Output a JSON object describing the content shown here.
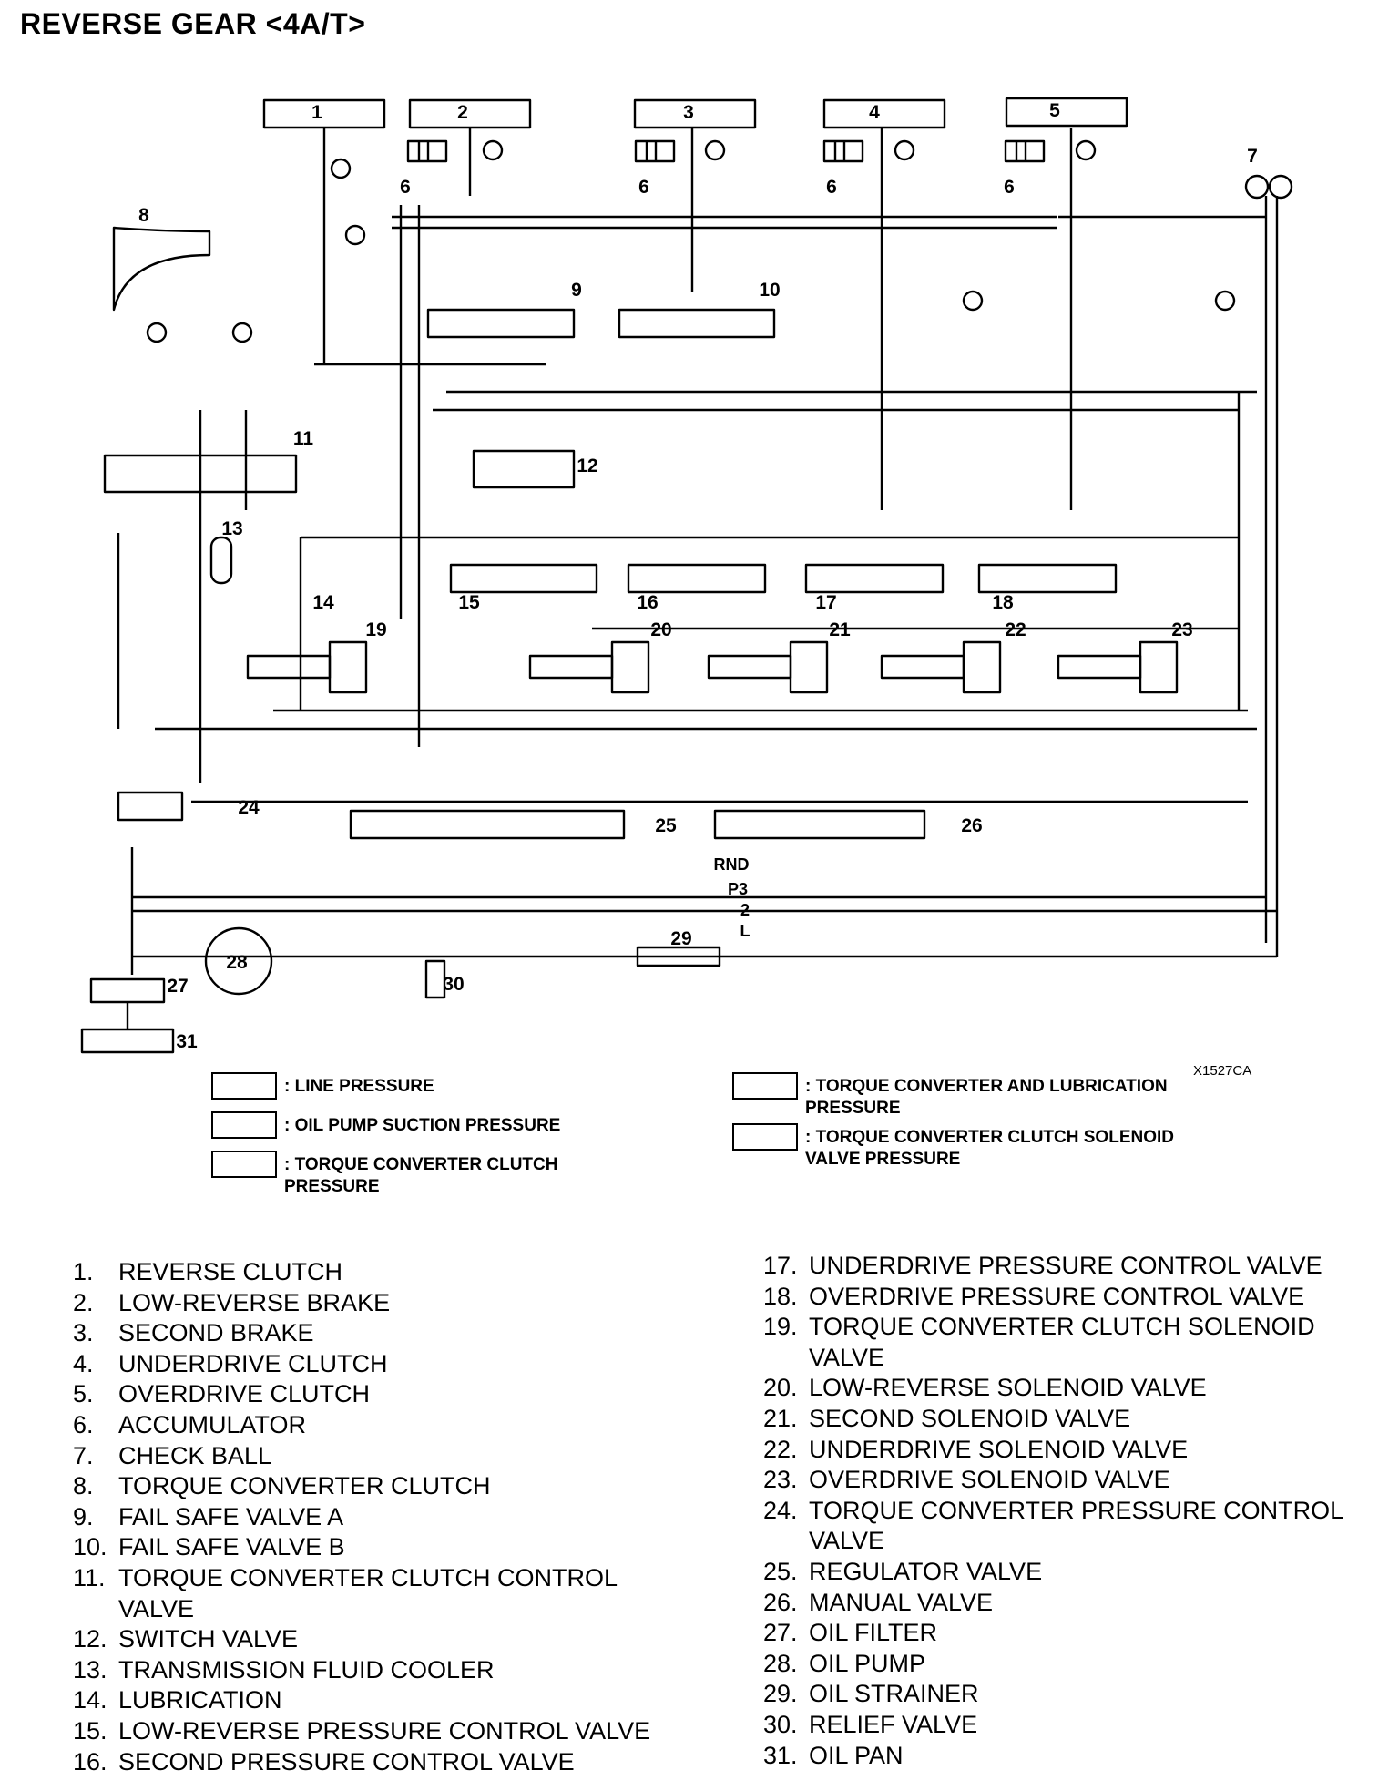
{
  "title": "REVERSE GEAR <4A/T>",
  "image_code": "X1527CA",
  "shift_positions": [
    "RND",
    "P3",
    "2",
    "L"
  ],
  "legend": [
    {
      "id": "line",
      "text": ": LINE PRESSURE"
    },
    {
      "id": "suction",
      "text": ": OIL PUMP SUCTION PRESSURE"
    },
    {
      "id": "tcc",
      "text": ": TORQUE CONVERTER CLUTCH PRESSURE"
    },
    {
      "id": "tc-lube",
      "text": ": TORQUE CONVERTER AND LUBRICATION PRESSURE"
    },
    {
      "id": "tcc-solenoid",
      "text": ": TORQUE CONVERTER CLUTCH SOLENOID VALVE PRESSURE"
    }
  ],
  "parts": [
    {
      "num": "1.",
      "label": "REVERSE CLUTCH"
    },
    {
      "num": "2.",
      "label": "LOW-REVERSE BRAKE"
    },
    {
      "num": "3.",
      "label": "SECOND BRAKE"
    },
    {
      "num": "4.",
      "label": "UNDERDRIVE CLUTCH"
    },
    {
      "num": "5.",
      "label": "OVERDRIVE CLUTCH"
    },
    {
      "num": "6.",
      "label": "ACCUMULATOR"
    },
    {
      "num": "7.",
      "label": "CHECK BALL"
    },
    {
      "num": "8.",
      "label": "TORQUE CONVERTER CLUTCH"
    },
    {
      "num": "9.",
      "label": "FAIL SAFE VALVE A"
    },
    {
      "num": "10.",
      "label": "FAIL SAFE VALVE B"
    },
    {
      "num": "11.",
      "label": "TORQUE CONVERTER CLUTCH CONTROL VALVE"
    },
    {
      "num": "12.",
      "label": "SWITCH VALVE"
    },
    {
      "num": "13.",
      "label": "TRANSMISSION FLUID COOLER"
    },
    {
      "num": "14.",
      "label": "LUBRICATION"
    },
    {
      "num": "15.",
      "label": "LOW-REVERSE PRESSURE CONTROL VALVE"
    },
    {
      "num": "16.",
      "label": "SECOND PRESSURE CONTROL VALVE"
    },
    {
      "num": "17.",
      "label": "UNDERDRIVE PRESSURE CONTROL VALVE"
    },
    {
      "num": "18.",
      "label": "OVERDRIVE PRESSURE CONTROL VALVE"
    },
    {
      "num": "19.",
      "label": "TORQUE CONVERTER CLUTCH SOLENOID VALVE"
    },
    {
      "num": "20.",
      "label": "LOW-REVERSE SOLENOID VALVE"
    },
    {
      "num": "21.",
      "label": "SECOND SOLENOID VALVE"
    },
    {
      "num": "22.",
      "label": "UNDERDRIVE SOLENOID VALVE"
    },
    {
      "num": "23.",
      "label": "OVERDRIVE SOLENOID VALVE"
    },
    {
      "num": "24.",
      "label": "TORQUE CONVERTER PRESSURE CONTROL VALVE"
    },
    {
      "num": "25.",
      "label": "REGULATOR VALVE"
    },
    {
      "num": "26.",
      "label": "MANUAL VALVE"
    },
    {
      "num": "27.",
      "label": "OIL FILTER"
    },
    {
      "num": "28.",
      "label": "OIL PUMP"
    },
    {
      "num": "29.",
      "label": "OIL STRAINER"
    },
    {
      "num": "30.",
      "label": "RELIEF VALVE"
    },
    {
      "num": "31.",
      "label": "OIL PAN"
    }
  ]
}
